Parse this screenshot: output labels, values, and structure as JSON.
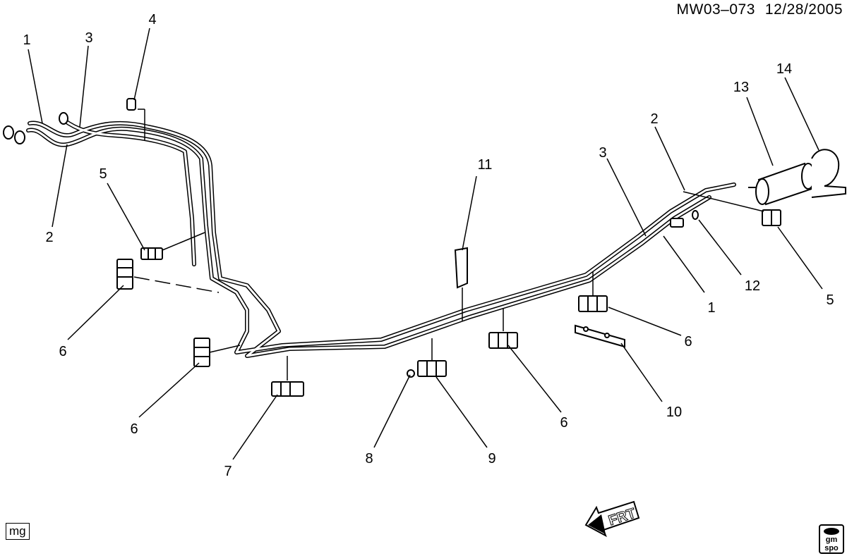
{
  "header": {
    "code": "MW03–073",
    "date": "12/28/2005"
  },
  "footer": {
    "left_tag": "mg",
    "logo_line1": "gm",
    "logo_line2": "spo"
  },
  "direction": {
    "label": "FRT"
  },
  "callouts": [
    {
      "id": "c1a",
      "text": "1"
    },
    {
      "id": "c3a",
      "text": "3"
    },
    {
      "id": "c4",
      "text": "4"
    },
    {
      "id": "c2a",
      "text": "2"
    },
    {
      "id": "c5a",
      "text": "5"
    },
    {
      "id": "c6a",
      "text": "6"
    },
    {
      "id": "c6b",
      "text": "6"
    },
    {
      "id": "c7",
      "text": "7"
    },
    {
      "id": "c8",
      "text": "8"
    },
    {
      "id": "c9",
      "text": "9"
    },
    {
      "id": "c6c",
      "text": "6"
    },
    {
      "id": "c11",
      "text": "11"
    },
    {
      "id": "c3b",
      "text": "3"
    },
    {
      "id": "c2b",
      "text": "2"
    },
    {
      "id": "c13",
      "text": "13"
    },
    {
      "id": "c14",
      "text": "14"
    },
    {
      "id": "c12",
      "text": "12"
    },
    {
      "id": "c1b",
      "text": "1"
    },
    {
      "id": "c5b",
      "text": "5"
    },
    {
      "id": "c6d",
      "text": "6"
    },
    {
      "id": "c10",
      "text": "10"
    }
  ]
}
